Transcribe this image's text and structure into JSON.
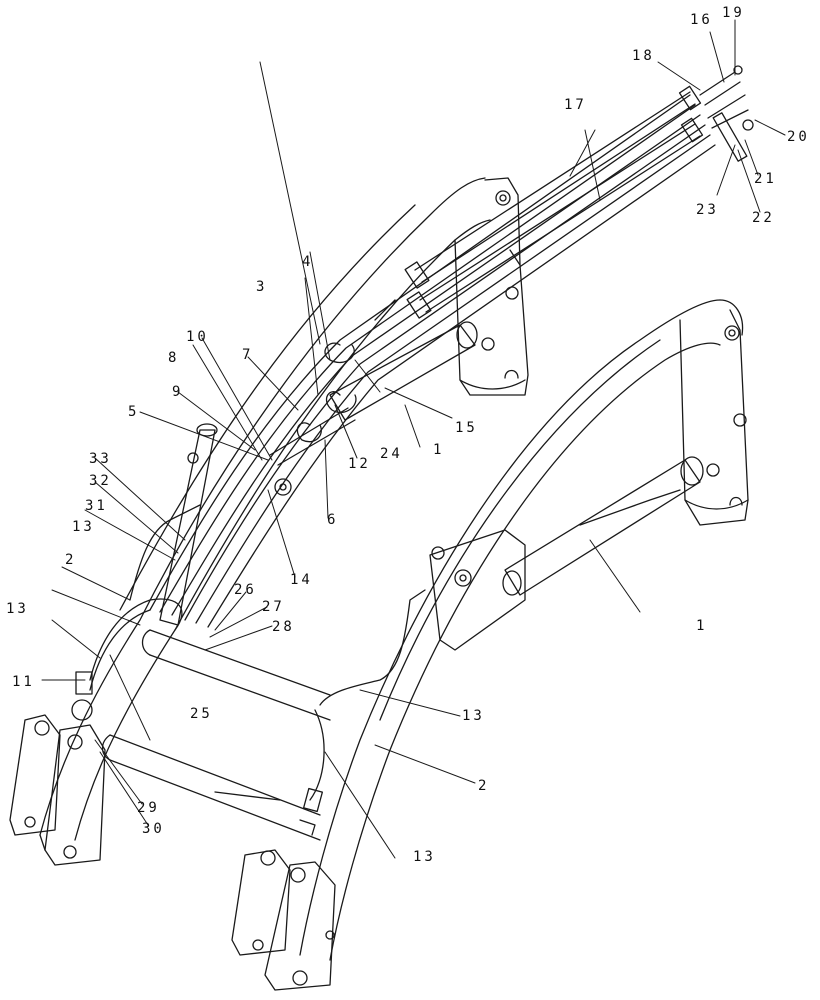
{
  "diagram": {
    "line_color": "#1a1a1a",
    "background": "#ffffff",
    "callouts": [
      {
        "id": "c1a",
        "text": "1"
      },
      {
        "id": "c1b",
        "text": "1"
      },
      {
        "id": "c2a",
        "text": "2"
      },
      {
        "id": "c2b",
        "text": "2"
      },
      {
        "id": "c3",
        "text": "3"
      },
      {
        "id": "c4",
        "text": "4"
      },
      {
        "id": "c5",
        "text": "5"
      },
      {
        "id": "c6",
        "text": "6"
      },
      {
        "id": "c7",
        "text": "7"
      },
      {
        "id": "c8",
        "text": "8"
      },
      {
        "id": "c9",
        "text": "9"
      },
      {
        "id": "c10",
        "text": "10"
      },
      {
        "id": "c11",
        "text": "11"
      },
      {
        "id": "c12",
        "text": "12"
      },
      {
        "id": "c13a",
        "text": "13"
      },
      {
        "id": "c13b",
        "text": "13"
      },
      {
        "id": "c13c",
        "text": "13"
      },
      {
        "id": "c13d",
        "text": "13"
      },
      {
        "id": "c14",
        "text": "14"
      },
      {
        "id": "c15",
        "text": "15"
      },
      {
        "id": "c16",
        "text": "16"
      },
      {
        "id": "c17",
        "text": "17"
      },
      {
        "id": "c18",
        "text": "18"
      },
      {
        "id": "c19",
        "text": "19"
      },
      {
        "id": "c20",
        "text": "20"
      },
      {
        "id": "c21",
        "text": "21"
      },
      {
        "id": "c22",
        "text": "22"
      },
      {
        "id": "c23",
        "text": "23"
      },
      {
        "id": "c24",
        "text": "24"
      },
      {
        "id": "c25",
        "text": "25"
      },
      {
        "id": "c26",
        "text": "26"
      },
      {
        "id": "c27",
        "text": "27"
      },
      {
        "id": "c28",
        "text": "28"
      },
      {
        "id": "c29",
        "text": "29"
      },
      {
        "id": "c30",
        "text": "30"
      },
      {
        "id": "c31",
        "text": "31"
      },
      {
        "id": "c32",
        "text": "32"
      },
      {
        "id": "c33",
        "text": "33"
      }
    ]
  }
}
